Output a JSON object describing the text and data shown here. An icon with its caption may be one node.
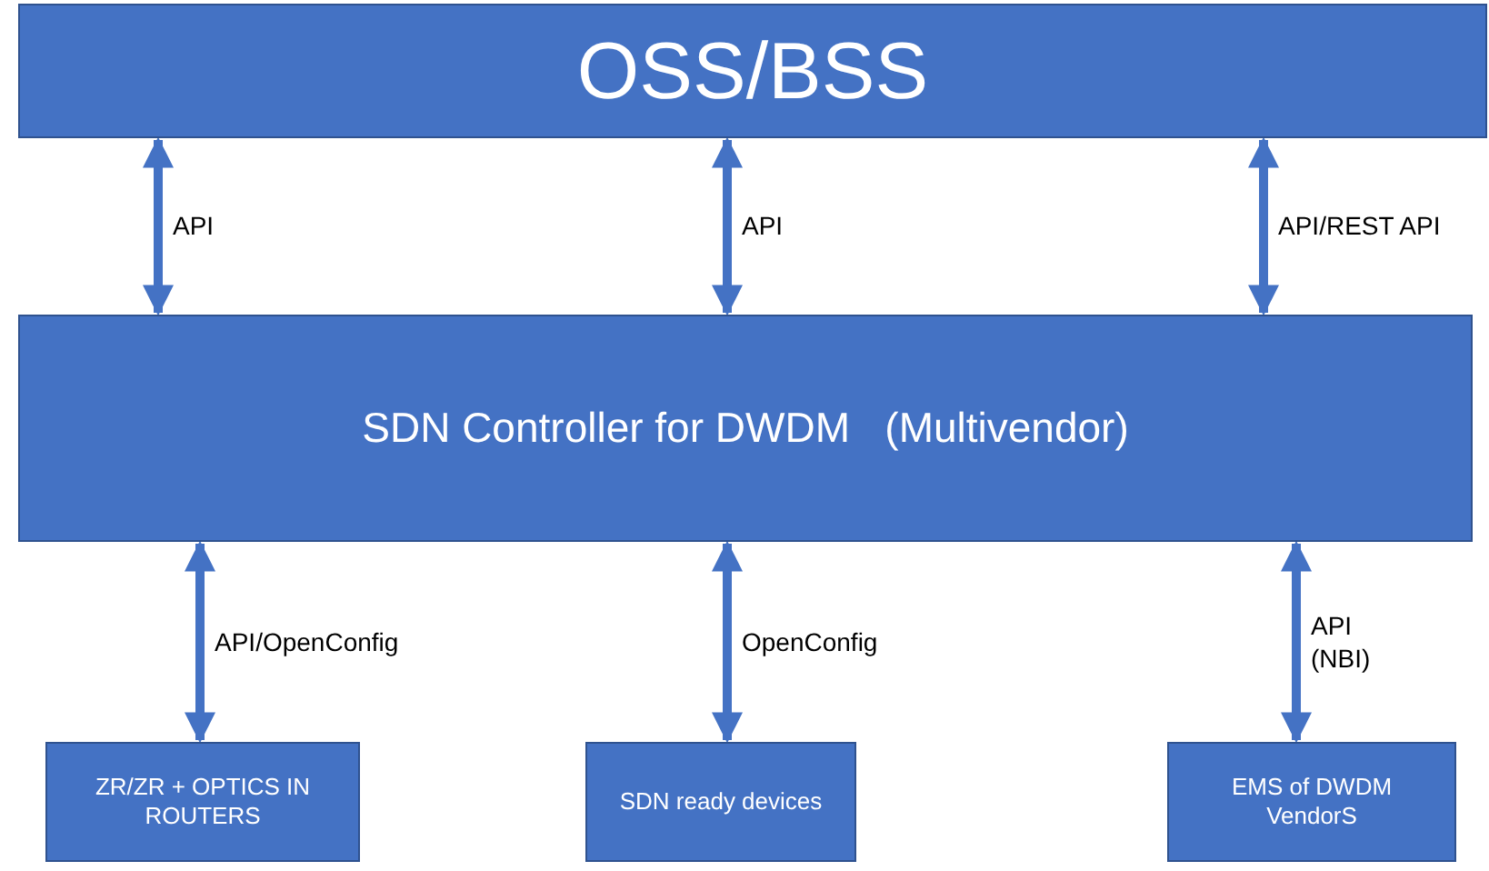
{
  "diagram": {
    "nodes": [
      {
        "text": [
          "OSS/BSS"
        ]
      },
      {
        "text": [
          "SDN Controller for DWDM   (Multivendor)"
        ]
      },
      {
        "text": [
          "ZR/ZR + OPTICS IN ROUTERS"
        ]
      },
      {
        "text": [
          "SDN ready devices"
        ]
      },
      {
        "text": [
          "EMS of DWDM VendorS"
        ]
      }
    ],
    "edges": [
      {
        "from": 0,
        "to": 1,
        "arrow": "both",
        "label": "API"
      },
      {
        "from": 0,
        "to": 1,
        "arrow": "both",
        "label": "API"
      },
      {
        "from": 0,
        "to": 1,
        "arrow": "both",
        "label": "API/REST API"
      },
      {
        "from": 1,
        "to": 2,
        "arrow": "both",
        "label": "API/OpenConfig"
      },
      {
        "from": 1,
        "to": 3,
        "arrow": "both",
        "label": "OpenConfig"
      },
      {
        "from": 1,
        "to": 4,
        "arrow": "both",
        "label": "API (NBI)"
      }
    ]
  }
}
